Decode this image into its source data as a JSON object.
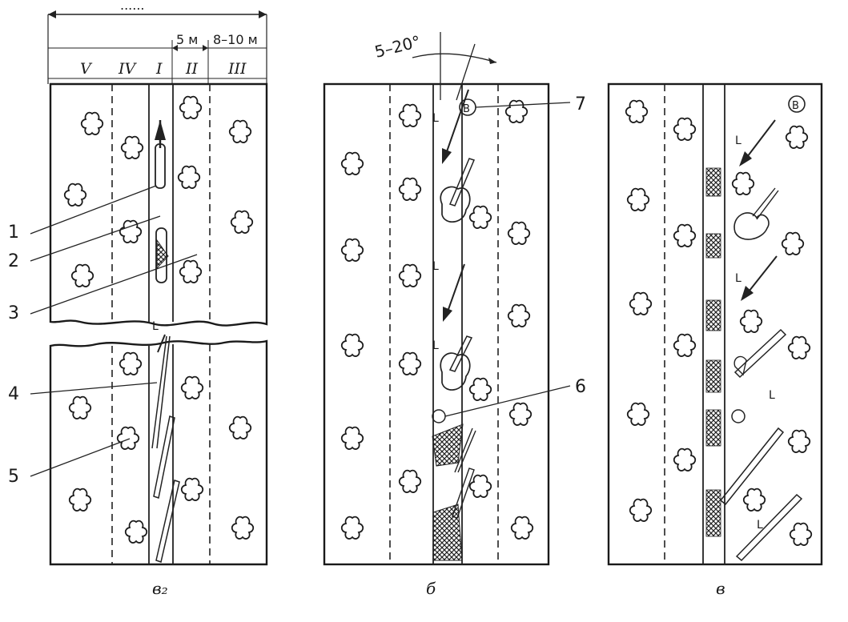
{
  "figure": {
    "top_dimension_label": "......",
    "zone_labels": [
      "V",
      "IV",
      "I",
      "II",
      "III"
    ],
    "dim_labels": [
      "5 м",
      "8–10 м"
    ],
    "angle_label": "5–20°",
    "callouts": [
      "1",
      "2",
      "3",
      "4",
      "5",
      "6",
      "7"
    ],
    "captions": [
      "в₂",
      "б",
      "в"
    ],
    "marker_symbol": "В",
    "tick_symbol": "L"
  }
}
